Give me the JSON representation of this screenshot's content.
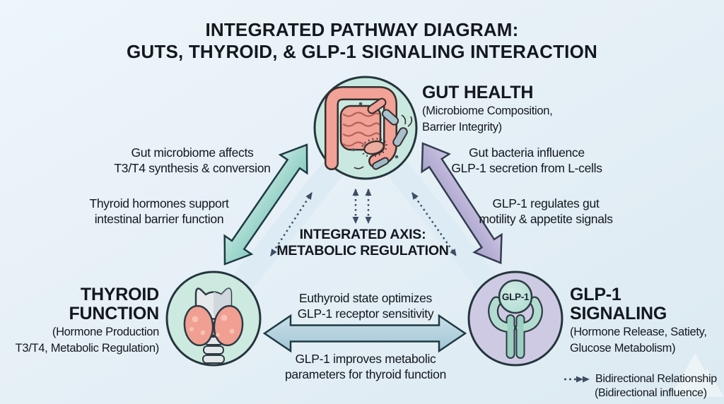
{
  "title": {
    "line1": "INTEGRATED PATHWAY DIAGRAM:",
    "line2": "GUTS, THYROID, & GLP-1 SIGNALING INTERACTION"
  },
  "nodes": {
    "gut": {
      "title": "GUT HEALTH",
      "subtitle_line1": "(Microbiome Composition,",
      "subtitle_line2": "Barrier Integrity)"
    },
    "thyroid": {
      "title_line1": "THYROID",
      "title_line2": "FUNCTION",
      "subtitle_line1": "(Hormone Production",
      "subtitle_line2": "T3/T4, Metabolic Regulation)"
    },
    "glp1": {
      "title_line1": "GLP-1",
      "title_line2": "SIGNALING",
      "subtitle_line1": "(Hormone Release, Satiety,",
      "subtitle_line2": "Glucose Metabolism)",
      "receptor_label": "GLP-1"
    }
  },
  "center_axis": {
    "line1": "INTEGRATED AXIS:",
    "line2": "METABOLIC REGULATION"
  },
  "edge_labels": {
    "gut_to_thyroid": {
      "line1": "Gut microbiome affects",
      "line2": "T3/T4 synthesis & conversion"
    },
    "thyroid_to_gut": {
      "line1": "Thyroid hormones support",
      "line2": "intestinal barrier function"
    },
    "gut_to_glp1": {
      "line1": "Gut bacteria influence",
      "line2": "GLP-1 secretion from L-cells"
    },
    "glp1_to_gut": {
      "line1": "GLP-1 regulates gut",
      "line2": "motility & appetite signals"
    },
    "thyroid_to_glp1": {
      "line1": "Euthyroid state optimizes",
      "line2": "GLP-1 receptor sensitivity"
    },
    "glp1_to_thyroid": {
      "line1": "GLP-1 improves metabolic",
      "line2": "parameters for thyroid function"
    }
  },
  "legend": {
    "line1": "Bidirectional Relationship",
    "line2": "(Bidirectional influence)"
  },
  "colors": {
    "background": "#e7f1f7",
    "node_gut_fill": "#c9e8df",
    "node_thyroid_fill": "#cdeae0",
    "node_glp1_fill": "#cfcae4",
    "arrow_teal": "#9cd4ca",
    "arrow_purple": "#bfb8dc",
    "arrow_blue": "#b5d2df",
    "triangle_band": "#dcebf4",
    "outline_dark": "#25353d",
    "dotted_arrow": "#3d4d63",
    "organ_salmon": "#f2a296",
    "text": "#12181d"
  }
}
